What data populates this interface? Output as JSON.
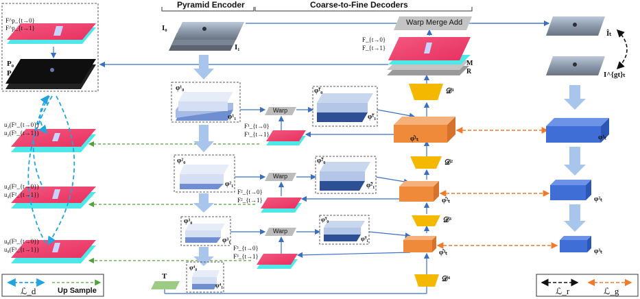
{
  "headers": {
    "encoder": "Pyramid Encoder",
    "decoders": "Coarse-to-Fine Decoders"
  },
  "warp_merge_add": "Warp Merge Add",
  "warp_label": "Warp",
  "inputs": {
    "i0": "I₀",
    "i1": "I₁",
    "t": "T"
  },
  "flow_top": {
    "f0": "F^p_{t→0}",
    "f1": "F^p_{t→1}"
  },
  "proxy": {
    "p0": "P₀",
    "p1": "P₁"
  },
  "upsampled": [
    {
      "a": "u₂(F¹_{t→0})",
      "b": "u₂(F¹_{t→1})"
    },
    {
      "a": "u₄(F²_{t→0})",
      "b": "u₄(F²_{t→1})"
    },
    {
      "a": "u₈(F³_{t→0})",
      "b": "u₈(F³_{t→1})"
    }
  ],
  "encoder_levels": [
    {
      "a": "φ¹₀",
      "b": "φ¹₁"
    },
    {
      "a": "φ²₀",
      "b": "φ²₁"
    },
    {
      "a": "φ³₀",
      "b": "φ³₁"
    },
    {
      "a": "φ⁴₀",
      "b": "φ⁴₁"
    }
  ],
  "warped_levels": [
    {
      "a": "φ̃¹₀",
      "b": "φ̃¹₁"
    },
    {
      "a": "φ̃²₀",
      "b": "φ̃²₁"
    },
    {
      "a": "φ̃³₀",
      "b": "φ̃³₁"
    }
  ],
  "flow_levels": [
    {
      "a": "F¹_{t→0}",
      "b": "F¹_{t→1}"
    },
    {
      "a": "F²_{t→0}",
      "b": "F²_{t→1}"
    },
    {
      "a": "F³_{t→0}",
      "b": "F³_{t→1}"
    }
  ],
  "decoder_top": {
    "f0": "F_{t→0}",
    "f1": "F_{t→1}",
    "m": "M",
    "r": "R"
  },
  "decoders": [
    "𝒟¹",
    "𝒟²",
    "𝒟³",
    "𝒟⁴"
  ],
  "decoder_feats": [
    "φ̂¹ₜ",
    "φ̂²ₜ",
    "φ̂³ₜ"
  ],
  "gt_feats": [
    "φ¹ₜ",
    "φ²ₜ",
    "φ³ₜ"
  ],
  "outputs": {
    "pred": "Îₜ",
    "gt": "I^{gt}ₜ"
  },
  "legend_left": {
    "ld": "ℒ_d",
    "up": "Up Sample"
  },
  "legend_right": {
    "lr": "ℒ_r",
    "lg": "ℒ_g"
  },
  "colors": {
    "flow_pink": "#ef3e6e",
    "flow_cyan": "#4ee8e8",
    "encoder_blue": "#c8d6ee",
    "warped_blue": "#2d4f94",
    "decoder_orange": "#ee8a3a",
    "decoder_yellow": "#f4b800",
    "gt_blue": "#3f6fd6",
    "arrow_blue": "#3a6fc4",
    "dash_cyan": "#22a4e0",
    "dash_green": "#52a13a",
    "dash_orange": "#f07a2a"
  }
}
